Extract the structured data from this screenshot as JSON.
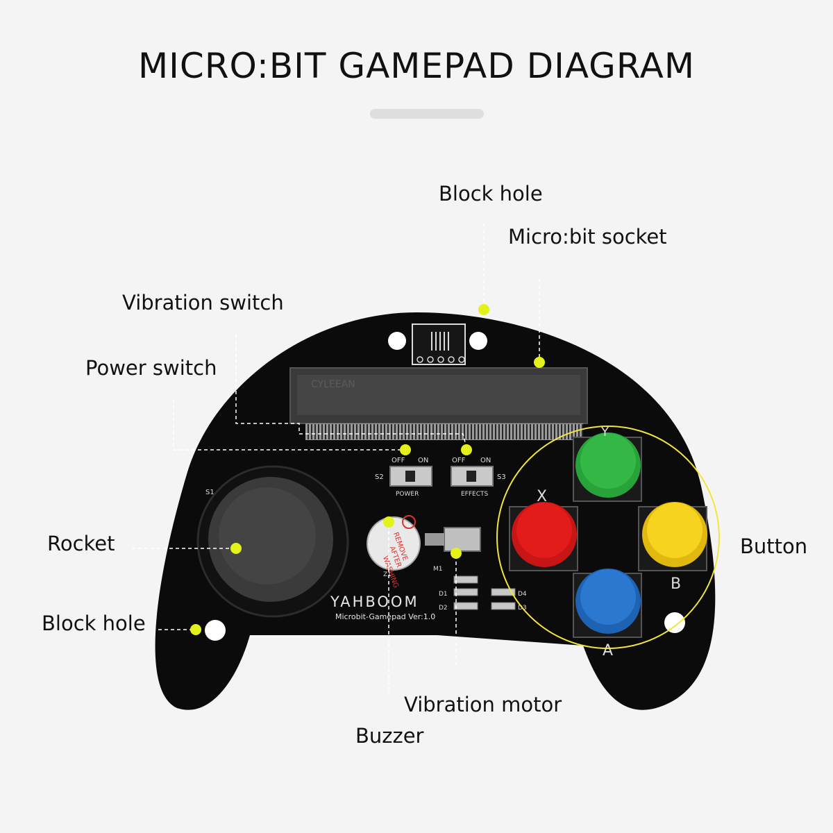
{
  "title": "MICRO:BIT GAMEPAD DIAGRAM",
  "board": {
    "brand": "YAHBOOM",
    "model": "Microbit-Gamepad  Ver:1.0",
    "connector_text": "CYLEEAN",
    "switch_power": {
      "off": "OFF",
      "on": "ON",
      "id": "S2",
      "name": "POWER"
    },
    "switch_effects": {
      "off": "OFF",
      "on": "ON",
      "id": "S3",
      "name": "EFFECTS"
    },
    "joystick_id": "S1",
    "buzzer_id": "Z1",
    "buzzer_text": [
      "REMOVE",
      "AFTER",
      "WASHING"
    ],
    "motor_id": "M1",
    "diodes": [
      "D1",
      "D2",
      "D3",
      "D4"
    ],
    "buttons": [
      {
        "letter": "Y",
        "color": "#27a33a"
      },
      {
        "letter": "X",
        "color": "#e21b1b"
      },
      {
        "letter": "B",
        "color": "#f3cc16"
      },
      {
        "letter": "A",
        "color": "#2672c9"
      }
    ]
  },
  "callouts": {
    "block_hole_top": "Block hole",
    "microbit_socket": "Micro:bit socket",
    "vibration_switch": "Vibration switch",
    "power_switch": "Power switch",
    "rocket": "Rocket",
    "block_hole_bottom": "Block hole",
    "vibration_motor": "Vibration motor",
    "buzzer": "Buzzer",
    "button": "Button"
  },
  "colors": {
    "board": "#0b0b0b",
    "marker": "#e3f21a",
    "socket": "#3a3a3a"
  }
}
